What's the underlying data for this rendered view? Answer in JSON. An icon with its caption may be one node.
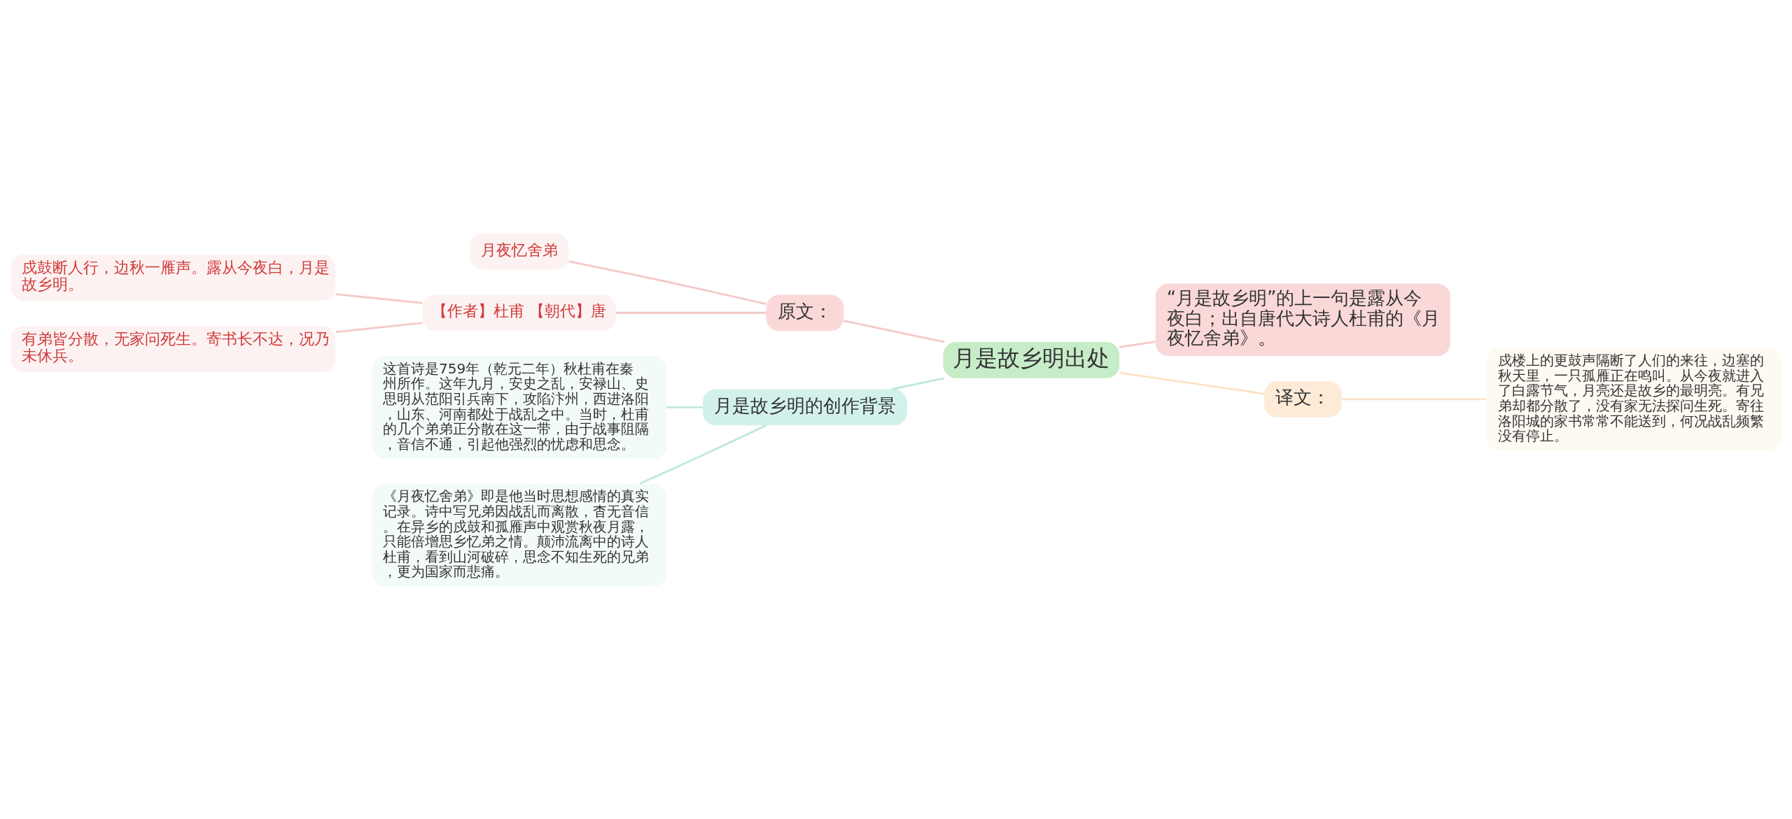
{
  "diagram": {
    "nodes": [
      {
        "text": [
          "月是故乡明出处"
        ]
      },
      {
        "text": [
          "原文："
        ]
      },
      {
        "text": [
          "月夜忆舍弟"
        ]
      },
      {
        "text": [
          "【作者】杜甫 【朝代】唐"
        ]
      },
      {
        "text": [
          "戍鼓断人行，边秋一雁声。露从今夜白，月是故乡明。"
        ]
      },
      {
        "text": [
          "有弟皆分散，无家问死生。寄书长不达，况乃未休兵。"
        ]
      },
      {
        "text": [
          "月是故乡明的创作背景"
        ]
      },
      {
        "text": [
          "这首诗是759年（乾元二年）秋杜甫在秦州所作。这年九月，安史之乱，安禄山、史思明从范阳引兵南下，攻陷汴州，西进洛阳，山东、河南都处于战乱之中。当时，杜甫的几个弟弟正分散在这一带，由于战事阻隔，音信不通，引起他强烈的忧虑和思念。"
        ]
      },
      {
        "text": [
          "《月夜忆舍弟》即是他当时思想感情的真实记录。诗中写兄弟因战乱而离散，杳无音信。在异乡的戍鼓和孤雁声中观赏秋夜月露，只能倍增思乡忆弟之情。颠沛流离中的诗人杜甫，看到山河破碎，思念不知生死的兄弟，更为国家而悲痛。"
        ]
      },
      {
        "text": [
          "“月是故乡明”的上一句是露从今夜白；出自唐代大诗人杜甫的《月夜忆舍弟》。"
        ]
      },
      {
        "text": [
          "译文："
        ]
      },
      {
        "text": [
          "戍楼上的更鼓声隔断了人们的来往，边塞的秋天里，一只孤雁正在鸣叫。从今夜就进入了白露节气，月亮还是故乡的最明亮。有兄弟却都分散了，没有家无法探问生死。寄往洛阳城的家书常常不能送到，何况战乱频繁没有停止。"
        ]
      }
    ],
    "edges": [
      {
        "from": 0,
        "to": 1,
        "arrow": "none"
      },
      {
        "from": 1,
        "to": 2,
        "arrow": "none"
      },
      {
        "from": 1,
        "to": 3,
        "arrow": "none"
      },
      {
        "from": 3,
        "to": 4,
        "arrow": "none"
      },
      {
        "from": 3,
        "to": 5,
        "arrow": "none"
      },
      {
        "from": 0,
        "to": 6,
        "arrow": "none",
        "color": "#bfe8df"
      },
      {
        "from": 6,
        "to": 7,
        "arrow": "none",
        "color": "#bfe8df"
      },
      {
        "from": 6,
        "to": 8,
        "arrow": "none",
        "color": "#bfe8df"
      },
      {
        "from": 0,
        "to": 9,
        "arrow": "none"
      },
      {
        "from": 0,
        "to": 10,
        "arrow": "none",
        "color": "#fde3c8"
      },
      {
        "from": 10,
        "to": 11,
        "arrow": "none",
        "color": "#fde3c8"
      }
    ]
  }
}
